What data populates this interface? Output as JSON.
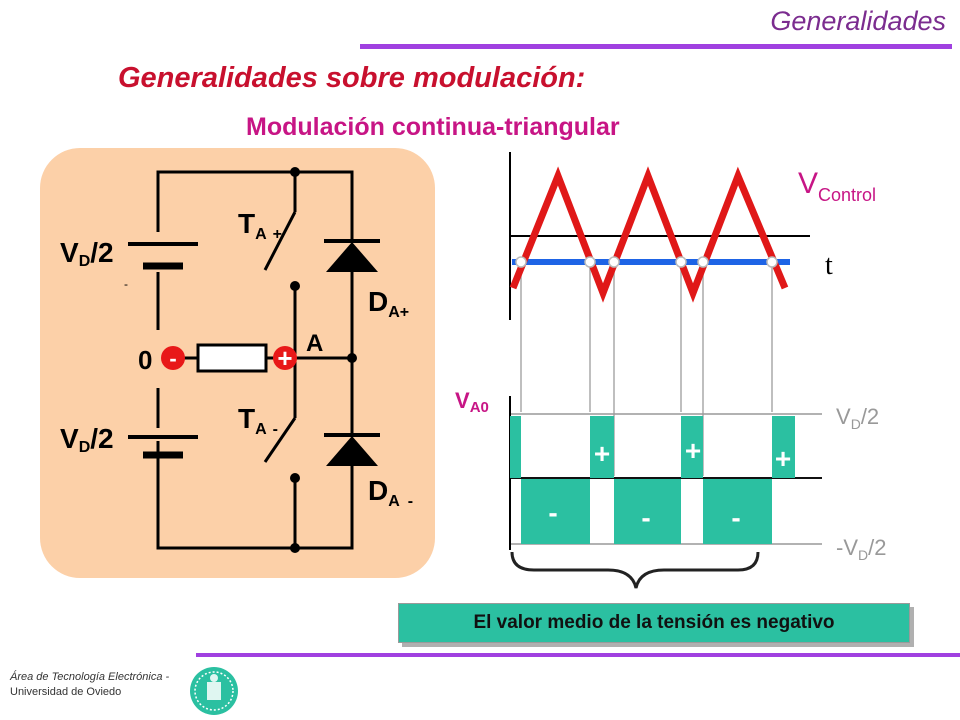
{
  "header": {
    "title": "Generalidades"
  },
  "main_title": "Generalidades sobre modulación:",
  "subtitle": "Modulación continua-triangular",
  "circuit": {
    "upper_source": {
      "main": "V",
      "sub": "D",
      "tail": "/2"
    },
    "lower_source": {
      "main": "V",
      "sub": "D",
      "tail": "/2"
    },
    "upper_source_minus": "-",
    "node_zero": "0",
    "node_a": "A",
    "minus_sign": "-",
    "plus_sign": "+",
    "switch_upper": {
      "main": "T",
      "sub": "A",
      "tail": "+"
    },
    "switch_lower": {
      "main": "T",
      "sub": "A",
      "tail": "-"
    },
    "diode_upper": {
      "main": "D",
      "sub": "A+"
    },
    "diode_lower": {
      "main": "D",
      "sub": "A",
      "tail": "-"
    }
  },
  "waveform": {
    "control_label": {
      "main": "V",
      "sub": "Control"
    },
    "time_label": "t",
    "output_label": {
      "main": "V",
      "sub": "A0"
    },
    "high_level_label": {
      "main": "V",
      "sub": "D",
      "tail": "/2"
    },
    "low_level_label": {
      "main": "-V",
      "sub": "D",
      "tail": "/2"
    },
    "pulse_signs": [
      "+",
      "+",
      "+",
      "-",
      "-",
      "-"
    ]
  },
  "note": "El valor medio de la tensión es negativo",
  "footer": {
    "line1": "Área de Tecnología Electrónica -",
    "line2": "Universidad de Oviedo"
  },
  "colors": {
    "accent_purple": "#a040e0",
    "title_red": "#c8102e",
    "subtitle_magenta": "#c71585",
    "circuit_background": "#fcd0a8",
    "triangle_red": "#e01818",
    "control_blue": "#1e64e6",
    "pulse_teal": "#2bc0a1"
  }
}
